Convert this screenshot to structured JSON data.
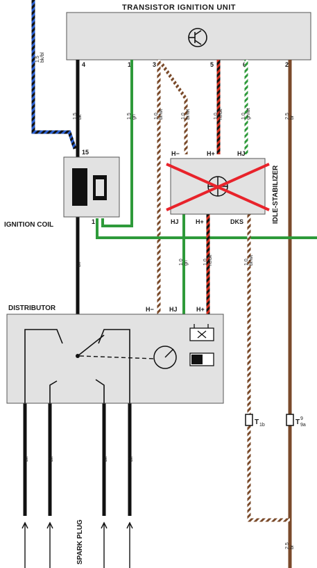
{
  "title": "TRANSISTOR IGNITION UNIT",
  "components": {
    "ignition_coil": "IGNITION COIL",
    "idle_stabilizer": "IDLE-STABILIZER",
    "distributor": "DISTRIBUTOR",
    "spark_plug": "SPARK PLUG"
  },
  "unit_pins": [
    "4",
    "1",
    "3",
    "5",
    "6",
    "2"
  ],
  "coil_pins": [
    "15",
    "1"
  ],
  "stabilizer_pins": {
    "top": [
      "H−",
      "H+",
      "HJ"
    ],
    "bottom": [
      "HJ",
      "H+",
      "DKS"
    ]
  },
  "distributor_pins": [
    "H−",
    "HJ",
    "H+"
  ],
  "connectors": [
    {
      "label": "T",
      "sub": "1b"
    },
    {
      "label": "T",
      "sub": "9a",
      "sup": "9"
    }
  ],
  "wires": {
    "w1": {
      "gauge": "1.5",
      "color": "bk/bl"
    },
    "w4": {
      "gauge": "1.5",
      "color": "bk"
    },
    "w1u": {
      "gauge": "1.5",
      "color": "gn"
    },
    "w3": {
      "gauge": "1.0",
      "color": "br/wt"
    },
    "w3b": {
      "gauge": "1.0",
      "color": "br/wt"
    },
    "w5": {
      "gauge": "1.0",
      "color": "re/bk"
    },
    "w6": {
      "gauge": "1.0",
      "color": "gn/wt"
    },
    "w2": {
      "gauge": "2.5",
      "color": "br"
    },
    "wcoil": {
      "gauge": "",
      "color": "bk"
    },
    "wgn2": {
      "gauge": "1.0",
      "color": "gn"
    },
    "wre2": {
      "gauge": "1.0",
      "color": "re/bk"
    },
    "wdks": {
      "gauge": "1.0",
      "color": "br/wt"
    },
    "wbot": {
      "gauge": "2.5",
      "color": "br"
    },
    "sp1": {
      "color": "bk"
    },
    "sp2": {
      "color": "bk"
    },
    "sp3": {
      "color": "bk"
    },
    "sp4": {
      "color": "bk"
    }
  },
  "colors": {
    "box_fill": "#e2e2e2",
    "black": "#111111",
    "blue": "#2a5fd0",
    "green": "#2e9a3a",
    "brown": "#7a4a2a",
    "red": "#d8301e",
    "cross": "#e8232b"
  }
}
